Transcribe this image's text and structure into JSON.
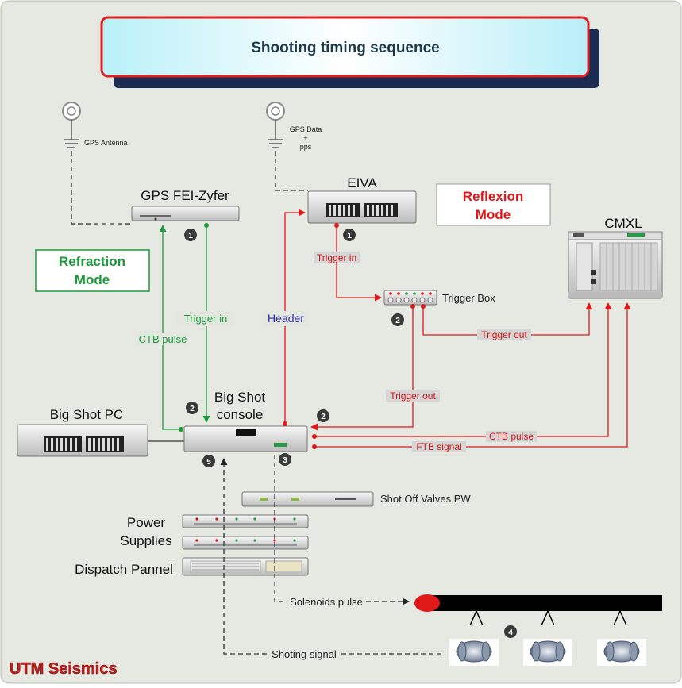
{
  "title": "Shooting timing sequence",
  "brand": "UTM Seismics",
  "modes": {
    "refraction": "Refraction Mode",
    "reflexion": "Reflexion Mode"
  },
  "devices": {
    "gps_antenna": "GPS Antenna",
    "gps_data": "GPS Data + pps",
    "gps_feizyfer": "GPS FEI-Zyfer",
    "eiva": "EIVA",
    "trigger_box": "Trigger Box",
    "cmxl": "CMXL",
    "bigshot_pc": "Big Shot PC",
    "bigshot_console": "Big Shot console",
    "shot_off_valves": "Shot Off Valves PW",
    "power_supplies": "Power Supplies",
    "dispatch_pannel": "Dispatch Pannel"
  },
  "signals": {
    "trigger_in_green": "Trigger in",
    "ctb_pulse_green": "CTB pulse",
    "header": "Header",
    "trigger_in_red": "Trigger in",
    "trigger_out_cmxl": "Trigger out",
    "trigger_out_console": "Trigger out",
    "ctb_pulse_red": "CTB pulse",
    "ftb_signal": "FTB signal",
    "solenoids_pulse": "Solenoids pulse",
    "shooting_signal": "Shoting signal"
  },
  "steps": [
    "1",
    "1",
    "2",
    "2",
    "2",
    "3",
    "4",
    "5"
  ],
  "colors": {
    "green": "#1a9a3a",
    "red": "#e01818",
    "blue": "#2b2ba8",
    "background": "#e6e9e1"
  }
}
